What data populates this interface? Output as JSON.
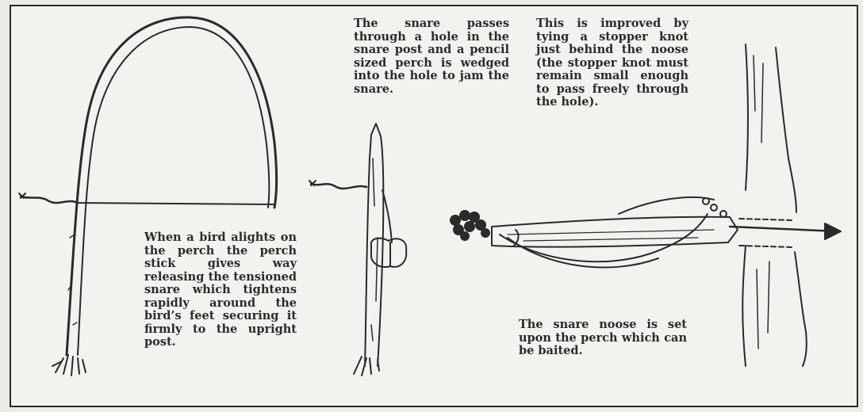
{
  "captions": {
    "bird_alights": "When a bird alights on the perch the perch stick gives way releasing the tensioned snare which tightens rapidly around the bird’s feet securing it firmly to the upright post.",
    "snare_passes": "The snare passes through a hole in the snare post and a pencil sized perch is wedged into the hole to jam the snare.",
    "improved": "This is improved by tying a stopper knot just behind the noose (the stopper knot must remain small enough to pass freely through the hole).",
    "snare_noose": "The snare noose is set upon the perch which can be baited."
  },
  "colors": {
    "ink": "#2a2a2a",
    "paper": "#f3f2ee"
  }
}
